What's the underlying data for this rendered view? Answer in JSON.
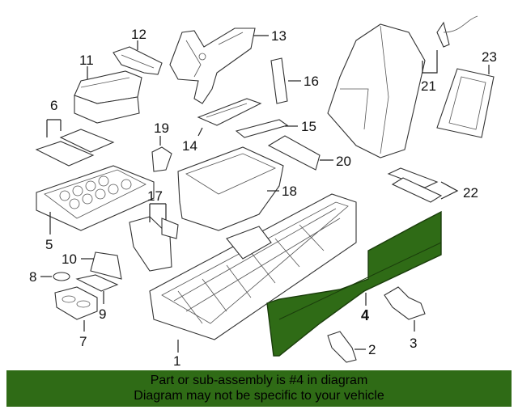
{
  "diagram": {
    "callouts": {
      "c1": "1",
      "c2": "2",
      "c3": "3",
      "c4": "4",
      "c5": "5",
      "c6": "6",
      "c7": "7",
      "c8": "8",
      "c9": "9",
      "c10": "10",
      "c11": "11",
      "c12": "12",
      "c13": "13",
      "c14": "14",
      "c15": "15",
      "c16": "16",
      "c17": "17",
      "c18": "18",
      "c19": "19",
      "c20": "20",
      "c21": "21",
      "c22": "22",
      "c23": "23"
    },
    "highlight_part": "4",
    "highlight_color": "#2f6b16"
  },
  "footer": {
    "line1": "Part or sub-assembly is #4 in diagram",
    "line2": "Diagram may not be specific to your vehicle",
    "background": "#2f6b16"
  }
}
